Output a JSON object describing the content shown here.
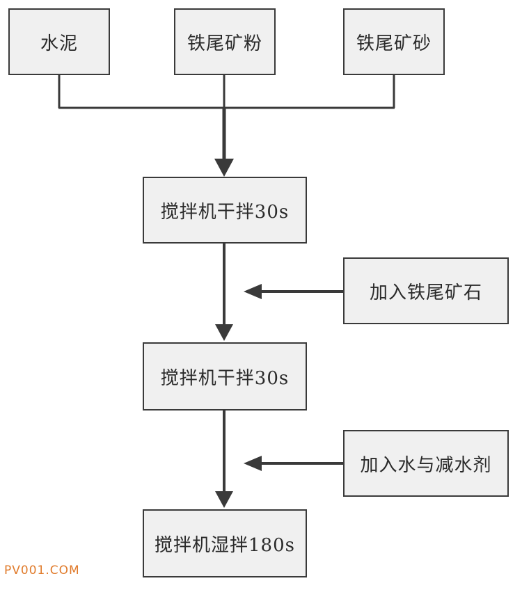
{
  "diagram": {
    "inputs": {
      "cement": "水泥",
      "iron_tailings_powder": "铁尾矿粉",
      "iron_tailings_sand": "铁尾矿砂"
    },
    "steps": {
      "dry_mix_1": "搅拌机干拌30s",
      "dry_mix_2": "搅拌机干拌30s",
      "wet_mix": "搅拌机湿拌180s"
    },
    "additions": {
      "add_iron_tailings_stone": "加入铁尾矿石",
      "add_water_and_reducer": "加入水与减水剂"
    },
    "colors": {
      "box_fill": "#f0f0f0",
      "box_border": "#3a3a3a",
      "line": "#3a3a3a",
      "watermark": "#e07a2a"
    }
  },
  "watermark": "PV001.COM"
}
